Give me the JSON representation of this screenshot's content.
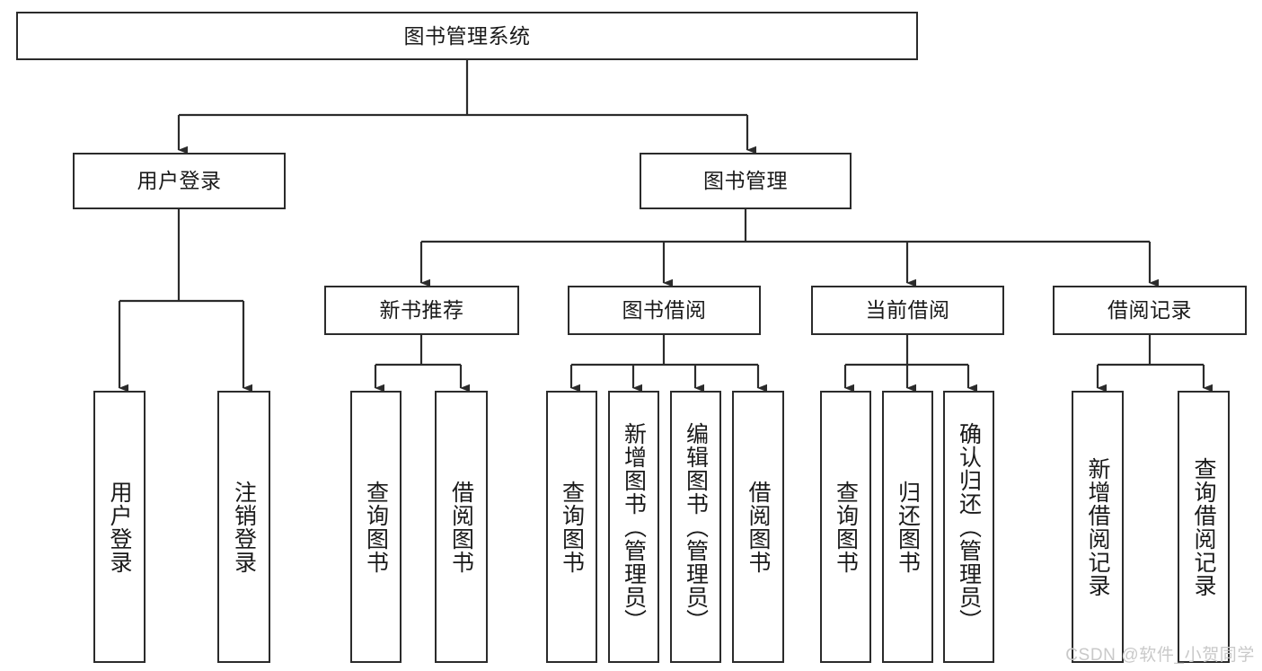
{
  "diagram": {
    "title": "图书管理系统",
    "type": "hierarchy-tree",
    "levels": 4,
    "colors": {
      "box_border": "#2b2b2b",
      "box_fill": "#ffffff",
      "connector": "#2b2b2b",
      "text": "#1a1a1a",
      "watermark": "#c9c9c9",
      "background": "#ffffff"
    }
  },
  "root": {
    "label": "图书管理系统"
  },
  "level2": [
    {
      "label": "用户登录"
    },
    {
      "label": "图书管理"
    }
  ],
  "level3": [
    {
      "label": "新书推荐"
    },
    {
      "label": "图书借阅"
    },
    {
      "label": "当前借阅"
    },
    {
      "label": "借阅记录"
    }
  ],
  "leaves": {
    "user_login": [
      {
        "label": "用户登录"
      },
      {
        "label": "注销登录"
      }
    ],
    "new_book_recommend": [
      {
        "label": "查询图书"
      },
      {
        "label": "借阅图书"
      }
    ],
    "book_borrow": [
      {
        "label": "查询图书"
      },
      {
        "label": "新增图书（管理员）"
      },
      {
        "label": "编辑图书（管理员）"
      },
      {
        "label": "借阅图书"
      }
    ],
    "current_borrow": [
      {
        "label": "查询图书"
      },
      {
        "label": "归还图书"
      },
      {
        "label": "确认归还（管理员）"
      }
    ],
    "borrow_record": [
      {
        "label": "新增借阅记录"
      },
      {
        "label": "查询借阅记录"
      }
    ]
  },
  "watermark": {
    "text": "CSDN @软件_小贺同学"
  }
}
